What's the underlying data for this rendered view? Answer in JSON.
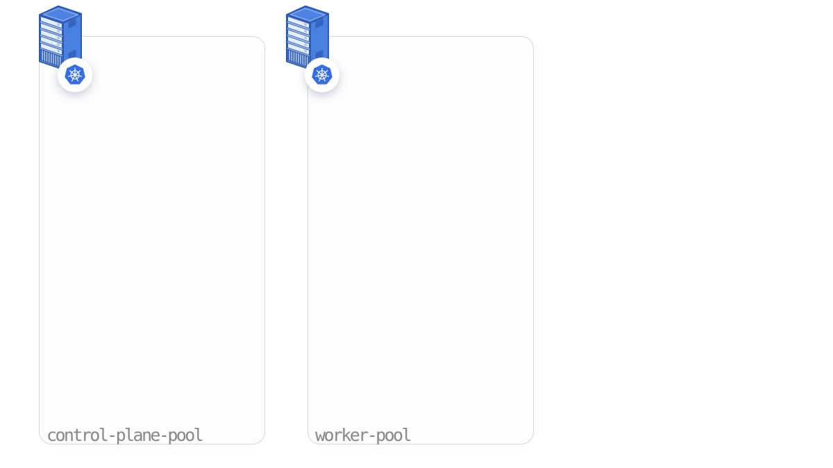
{
  "app": {
    "view": "cluster-node-pools-canvas"
  },
  "pools": [
    {
      "label": "control-plane-pool",
      "icon": "server-with-kubernetes-badge"
    },
    {
      "label": "worker-pool",
      "icon": "server-with-kubernetes-badge"
    }
  ],
  "colors": {
    "page_background": "#ffffff",
    "card_border": "#ccd9e9",
    "card_background": "#fdfdfe",
    "label_text": "#85878a",
    "kubernetes_blue": "#356de2",
    "server_outline": "#2d5ab5",
    "server_left_face": "#b3ccf2",
    "server_right_face": "#4a80e0",
    "server_top_face": "#4d82e3",
    "server_slat": "#e4eefb"
  }
}
